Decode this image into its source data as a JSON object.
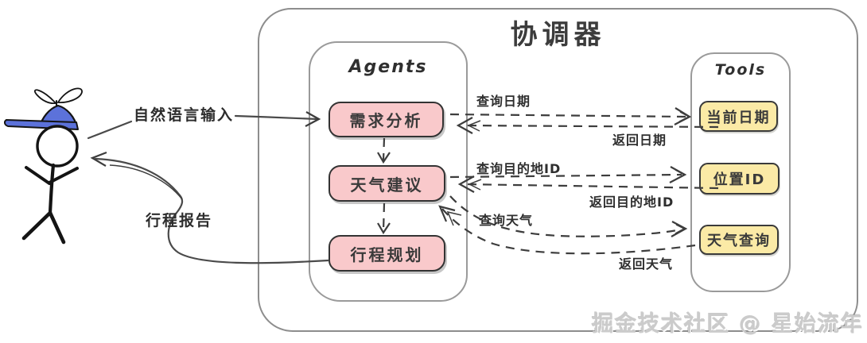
{
  "title": "协调器",
  "labels": {
    "input": "自然语言输入",
    "report": "行程报告"
  },
  "agents": {
    "title": "Agents",
    "items": [
      "需求分析",
      "天气建议",
      "行程规划"
    ]
  },
  "tools": {
    "title": "Tools",
    "items": [
      "当前日期",
      "位置ID",
      "天气查询"
    ]
  },
  "flows": [
    {
      "request": "查询日期",
      "response": "返回日期"
    },
    {
      "request": "查询目的地ID",
      "response": "返回目的地ID"
    },
    {
      "request": "查询天气",
      "response": "返回天气"
    }
  ],
  "watermark": "掘金技术社区 @ 星始流年",
  "colors": {
    "agent_node_fill": "#f9c9cb",
    "tool_node_fill": "#fbeaa6",
    "node_border": "#333333",
    "container_border": "#8d8d8d",
    "cap_blue": "#5c72da",
    "arrow": "#3d3d3d",
    "watermark_gray": "#cbcbcb"
  }
}
